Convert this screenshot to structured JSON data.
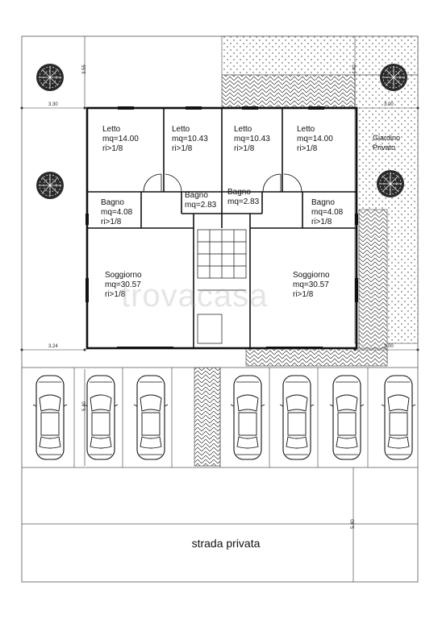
{
  "rooms": {
    "letto1": {
      "name": "Letto",
      "area": "mq=14.00",
      "ratio": "ri>1/8"
    },
    "letto2": {
      "name": "Letto",
      "area": "mq=10.43",
      "ratio": "ri>1/8"
    },
    "letto3": {
      "name": "Letto",
      "area": "mq=10.43",
      "ratio": "ri>1/8"
    },
    "letto4": {
      "name": "Letto",
      "area": "mq=14.00",
      "ratio": "ri>1/8"
    },
    "bagno1": {
      "name": "Bagno",
      "area": "mq=4.08",
      "ratio": "ri>1/8"
    },
    "bagno2": {
      "name": "Bagno",
      "area": "mq=2.83"
    },
    "bagno3": {
      "name": "Bagno",
      "area": "mq=2.83"
    },
    "bagno4": {
      "name": "Bagno",
      "area": "mq=4.08",
      "ratio": "ri>1/8"
    },
    "soggiorno1": {
      "name": "Soggiorno",
      "area": "mq=30.57",
      "ratio": "ri>1/8"
    },
    "soggiorno2": {
      "name": "Soggiorno",
      "area": "mq=30.57",
      "ratio": "ri>1/8"
    }
  },
  "garden_label": [
    "Giardino",
    "Privato"
  ],
  "road_label": "strada privata",
  "watermark": "trovacasa",
  "dimensions": {
    "top_left_width": "3.30",
    "top_left_height": "3.55",
    "top_right_width": "3.00",
    "top_right_height": "4.40",
    "mid_left_width": "3.24",
    "mid_right_width": "3.00",
    "parking_depth": "5.40",
    "road_width": "5.80"
  }
}
